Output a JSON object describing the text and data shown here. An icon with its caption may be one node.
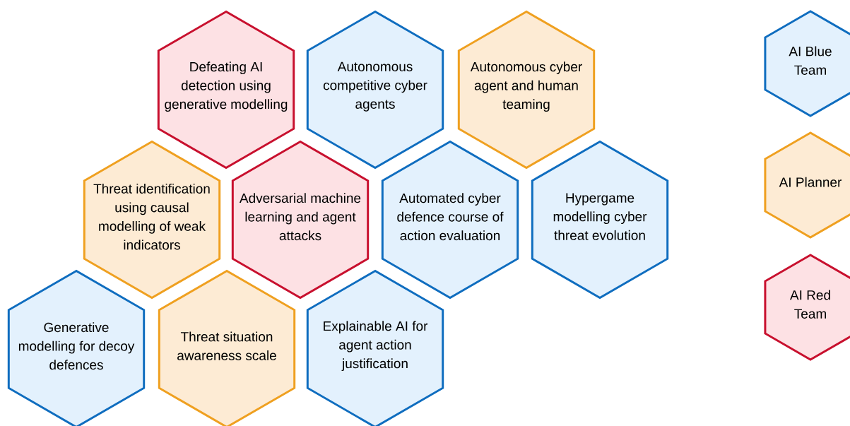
{
  "diagram": {
    "nodes": [
      {
        "text": [
          "Defeating AI detection using generative modelling"
        ]
      },
      {
        "text": [
          "Autonomous competitive cyber agents"
        ]
      },
      {
        "text": [
          "Autonomous cyber agent and human teaming"
        ]
      },
      {
        "text": [
          "Threat identification using causal modelling of weak indicators"
        ]
      },
      {
        "text": [
          "Adversarial machine learning and agent attacks"
        ]
      },
      {
        "text": [
          "Automated cyber defence course of action evaluation"
        ]
      },
      {
        "text": [
          "Hypergame modelling cyber threat evolution"
        ]
      },
      {
        "text": [
          "Generative modelling for decoy defences"
        ]
      },
      {
        "text": [
          "Threat situation awareness scale"
        ]
      },
      {
        "text": [
          "Explainable AI for agent action justification"
        ]
      }
    ],
    "legend": [
      {
        "text": "AI Blue Team",
        "color": "#e3f1fd"
      },
      {
        "text": "AI Planner",
        "color": "#fdebd4"
      },
      {
        "text": "AI Red Team",
        "color": "#fde1e4"
      }
    ]
  }
}
